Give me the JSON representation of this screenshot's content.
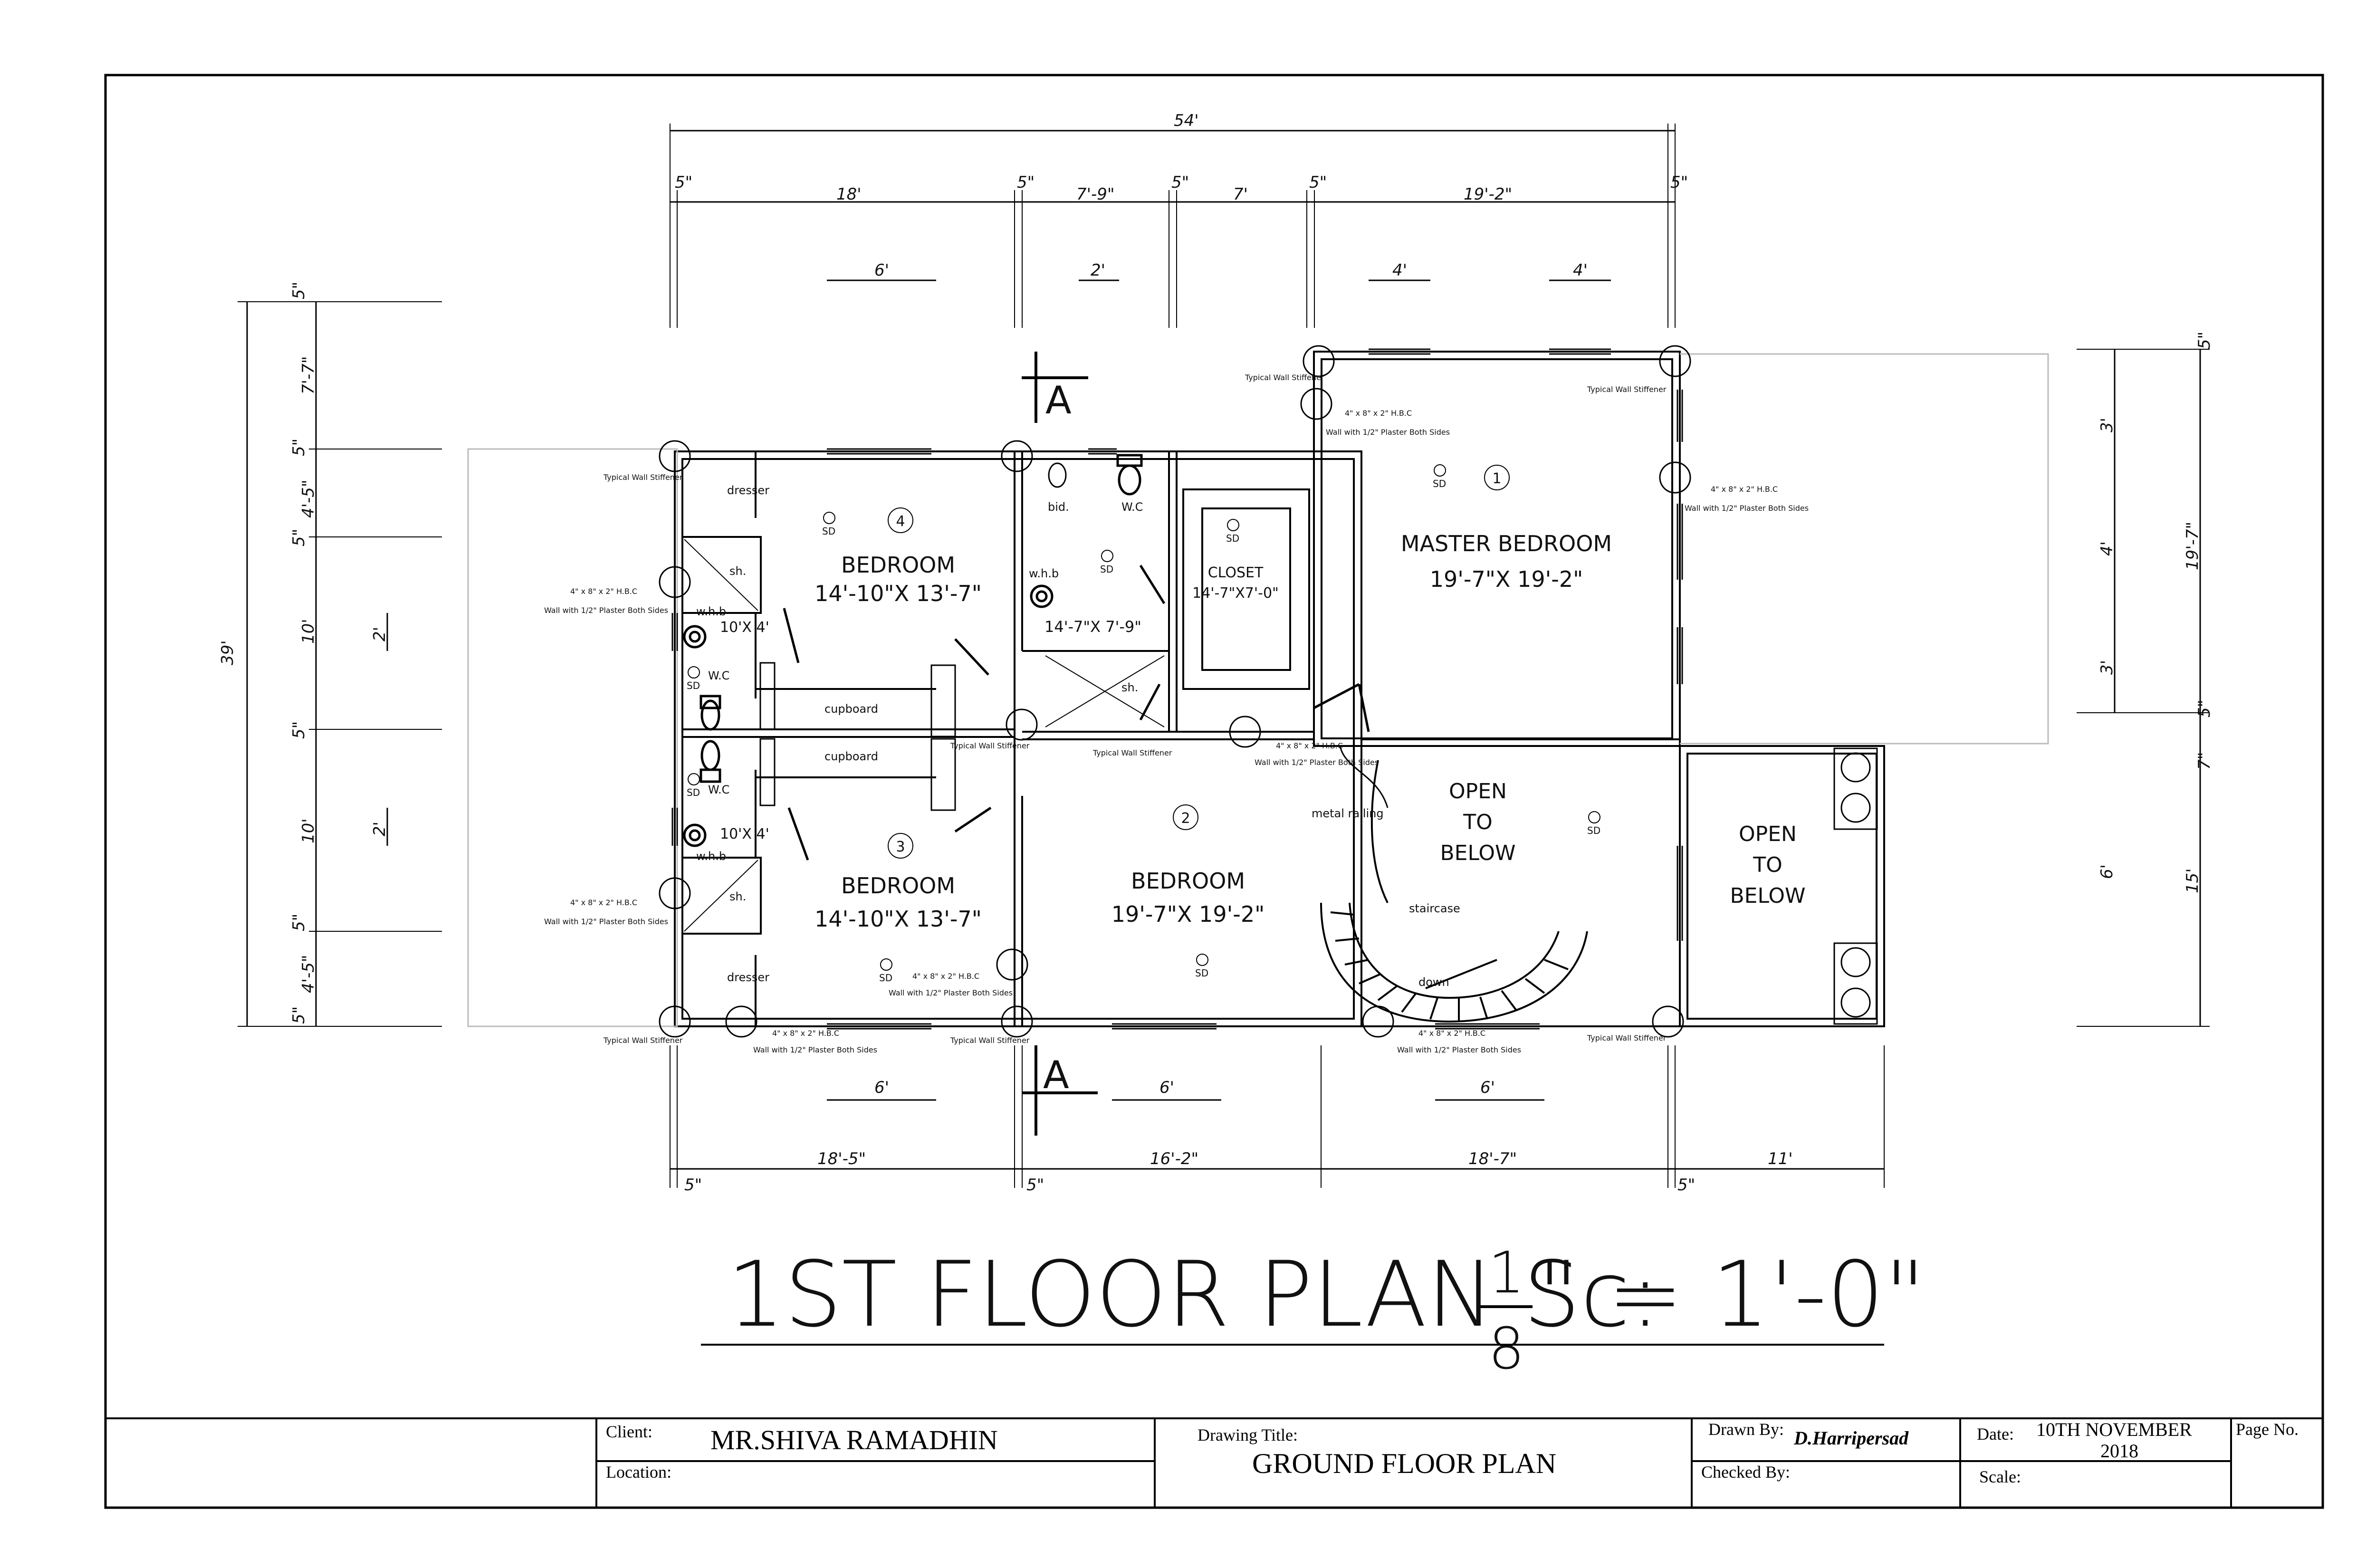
{
  "plan": {
    "title": "1ST FLOOR PLAN Sc:",
    "scale_num": "1",
    "scale_den": "8",
    "scale_rest": "\" = 1'-0\""
  },
  "section_marker": {
    "label": "A"
  },
  "rooms": [
    {
      "number": "1",
      "name": "MASTER BEDROOM",
      "size": "19'-7\"X 19'-2\""
    },
    {
      "number": "2",
      "name": "BEDROOM",
      "size": "19'-7\"X 19'-2\""
    },
    {
      "number": "3",
      "name": "BEDROOM",
      "size": "14'-10\"X 13'-7\""
    },
    {
      "number": "4",
      "name": "BEDROOM",
      "size": "14'-10\"X 13'-7\""
    },
    {
      "name": "CLOSET",
      "size": "14'-7\"X7'-0\""
    },
    {
      "size": "14'-7\"X 7'-9\""
    },
    {
      "name": "OPEN TO BELOW"
    },
    {
      "name": "OPEN TO BELOW"
    }
  ],
  "labels": {
    "dresser": "dresser",
    "cupboard": "cupboard",
    "shower": "sh.",
    "wc": "W.C",
    "whb": "w.h.b",
    "bidet": "bid.",
    "smoke": "SD",
    "bath_size": "10'X 4'",
    "metal_railing": "metal railing",
    "staircase": "staircase",
    "down": "down",
    "stiffener": "Typical Wall Stiffener",
    "hbc": "4\" x 8\" x 2\" H.B.C",
    "hbc2": "Wall with 1/2\" Plaster Both Sides"
  },
  "dimensions": {
    "overall_width": "54'",
    "overall_depth": "39'",
    "top": [
      "5\"",
      "18'",
      "5\"",
      "7'-9\"",
      "5\"",
      "7'",
      "5\"",
      "19'-2\"",
      "5\""
    ],
    "top_windows": [
      "6'",
      "2'",
      "4'",
      "4'"
    ],
    "bottom": [
      "18'-5\"",
      "16'-2\"",
      "18'-7\"",
      "11'"
    ],
    "bottom_small": [
      "5\"",
      "5\"",
      "5\""
    ],
    "bottom_windows": [
      "6'",
      "6'",
      "6'"
    ],
    "left": [
      "5\"",
      "7'-7\"",
      "5\"",
      "4'-5\"",
      "5\"",
      "10'",
      "5\"",
      "10'",
      "5\"",
      "4'-5\"",
      "5\""
    ],
    "left_windows": [
      "2'",
      "2'"
    ],
    "right": [
      "5\"",
      "3'",
      "4'",
      "3'",
      "5\"",
      "7\"",
      "6'"
    ],
    "right_overall": [
      "19'-7\"",
      "15'"
    ]
  },
  "title_block": {
    "client_label": "Client:",
    "client": "MR.SHIVA RAMADHIN",
    "location_label": "Location:",
    "drawing_title_label": "Drawing Title:",
    "drawing_title": "GROUND FLOOR PLAN",
    "drawn_by_label": "Drawn By:",
    "drawn_by": "D.Harripersad",
    "checked_by_label": "Checked By:",
    "date_label": "Date:",
    "date": "10TH NOVEMBER 2018",
    "scale_label": "Scale:",
    "page_label": "Page No."
  }
}
